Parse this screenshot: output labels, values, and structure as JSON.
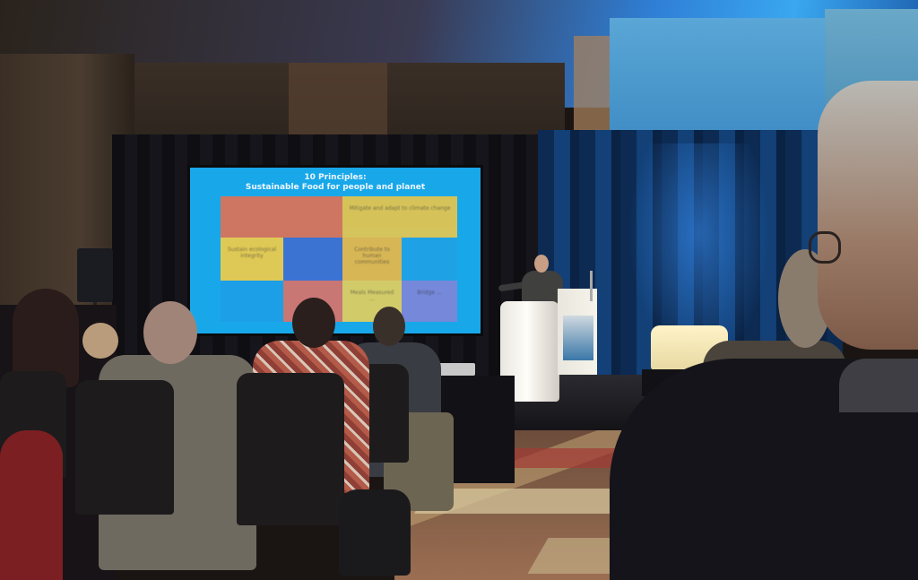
{
  "scene": {
    "description_type": "conference presentation photo"
  },
  "slide": {
    "title_line1": "10 Principles:",
    "title_line2": "Sustainable Food for people and planet",
    "pieces": [
      {
        "text": "",
        "color": "#e07256"
      },
      {
        "text": "Mitigate and adapt to climate change",
        "color": "#e6c64e"
      },
      {
        "text": "Sustain ecological integrity",
        "color": "#f0cc4a"
      },
      {
        "text": "",
        "color": "#3f6fd0"
      },
      {
        "text": "Contribute to human communities",
        "color": "#e8b84a"
      },
      {
        "text": "",
        "color": "#20a2e4"
      },
      {
        "text": "",
        "color": "#1e9ee6"
      },
      {
        "text": "",
        "color": "#d8736a"
      },
      {
        "text": "Meals Measured ...",
        "color": "#e2cf60"
      },
      {
        "text": "Bridge ...",
        "color": "#7f86d8"
      }
    ]
  },
  "colors": {
    "screen_bg": "#18a8ea",
    "stage_light": "#2f7fd6"
  }
}
